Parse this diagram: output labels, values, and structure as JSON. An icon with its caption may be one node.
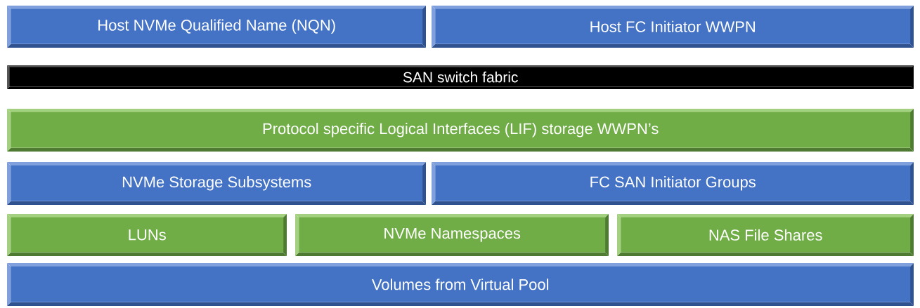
{
  "diagram": {
    "nodes": [
      {
        "text": [
          "Host NVMe Qualified Name (NQN)"
        ]
      },
      {
        "text": [
          "Host FC Initiator WWPN"
        ]
      },
      {
        "text": [
          "SAN switch fabric"
        ]
      },
      {
        "text": [
          "Protocol specific Logical Interfaces (LIF) storage WWPN’s"
        ]
      },
      {
        "text": [
          "NVMe Storage Subsystems"
        ]
      },
      {
        "text": [
          "FC SAN Initiator Groups"
        ]
      },
      {
        "text": [
          "LUNs"
        ]
      },
      {
        "text": [
          "NVMe Namespaces"
        ]
      },
      {
        "text": [
          "NAS File Shares"
        ]
      },
      {
        "text": [
          "Volumes from Virtual Pool"
        ]
      }
    ]
  }
}
